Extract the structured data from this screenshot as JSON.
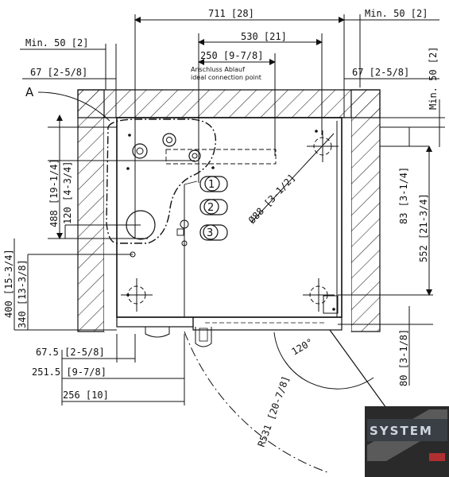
{
  "marker_A": "A",
  "connection_note": {
    "line1": "Anschluss Ablauf",
    "line2": "ideal connection point"
  },
  "callouts": [
    "1",
    "2",
    "3"
  ],
  "top_dims": {
    "d711": "711 [28]",
    "min50_right": "Min. 50 [2]",
    "d530": "530 [21]",
    "min50_left": "Min. 50 [2]",
    "d250": "250 [9-7/8]",
    "d67_left": "67 [2-5/8]",
    "d67_right": "67 [2-5/8]",
    "min50_vert": "Min. 50 [2]"
  },
  "left_dims": {
    "d488": "488 [19-1/4]",
    "d120": "120 [4-3/4]",
    "d400": "400 [15-3/4]",
    "d340": "340 [13-3/8]"
  },
  "right_dims": {
    "d83": "83 [3-1/4]",
    "d552": "552 [21-3/4]",
    "d80": "80 [3-1/8]"
  },
  "bottom_dims": {
    "d67_5": "67.5 [2-5/8]",
    "d251_5": "251.5 [9-7/8]",
    "d256": "256 [10]"
  },
  "diagonal_dims": {
    "d88": "Ø88 [3-1/2]",
    "r531": "R531 [20-7/8]",
    "angle": "120°"
  },
  "logo": {
    "text": "SYSTEM"
  }
}
